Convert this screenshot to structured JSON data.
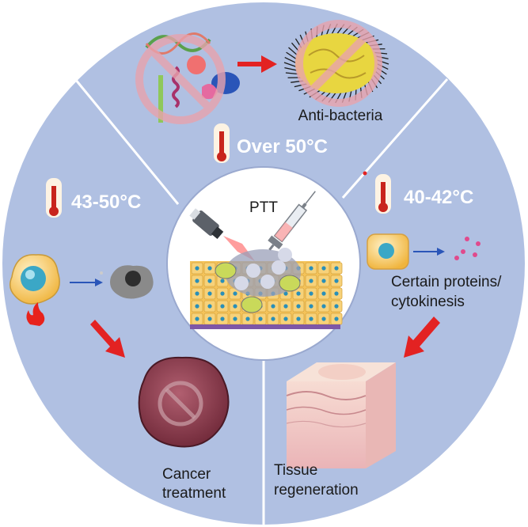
{
  "center": {
    "label": "PTT"
  },
  "top": {
    "temperature": "Over 50°C",
    "caption": "Anti-bacteria"
  },
  "left": {
    "temperature": "43-50°C",
    "caption_line1": "Cancer",
    "caption_line2": "treatment"
  },
  "right": {
    "temperature": "40-42°C",
    "caption_line1": "Certain proteins/",
    "caption_line2": "cytokinesis"
  },
  "bottom_right": {
    "caption_line1": "Tissue",
    "caption_line2": "regeneration"
  },
  "colors": {
    "outer_disc": "#b0c0e2",
    "center_disc": "#ffffff",
    "divider": "#ffffff",
    "arrow": "#e32222",
    "prohibit": "#e8a3ad",
    "thermo_red": "#c8241c",
    "cell_orange": "#f0b43c",
    "tumor": "#8a3a4a",
    "skin": "#f2c7c6"
  },
  "icons": [
    "thermometer-icon",
    "laser-icon",
    "syringe-icon",
    "prohibit-icon",
    "fire-icon"
  ]
}
